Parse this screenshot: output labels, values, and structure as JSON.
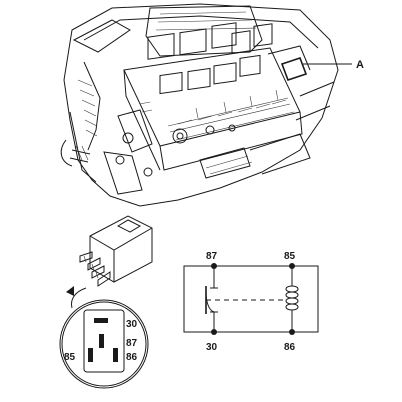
{
  "callout": {
    "label": "A"
  },
  "pin_view": {
    "labels": {
      "p30": "30",
      "p87": "87",
      "p85": "85",
      "p86": "86"
    }
  },
  "schematic": {
    "labels": {
      "top_left": "87",
      "top_right": "85",
      "bottom_left": "30",
      "bottom_right": "86"
    }
  }
}
